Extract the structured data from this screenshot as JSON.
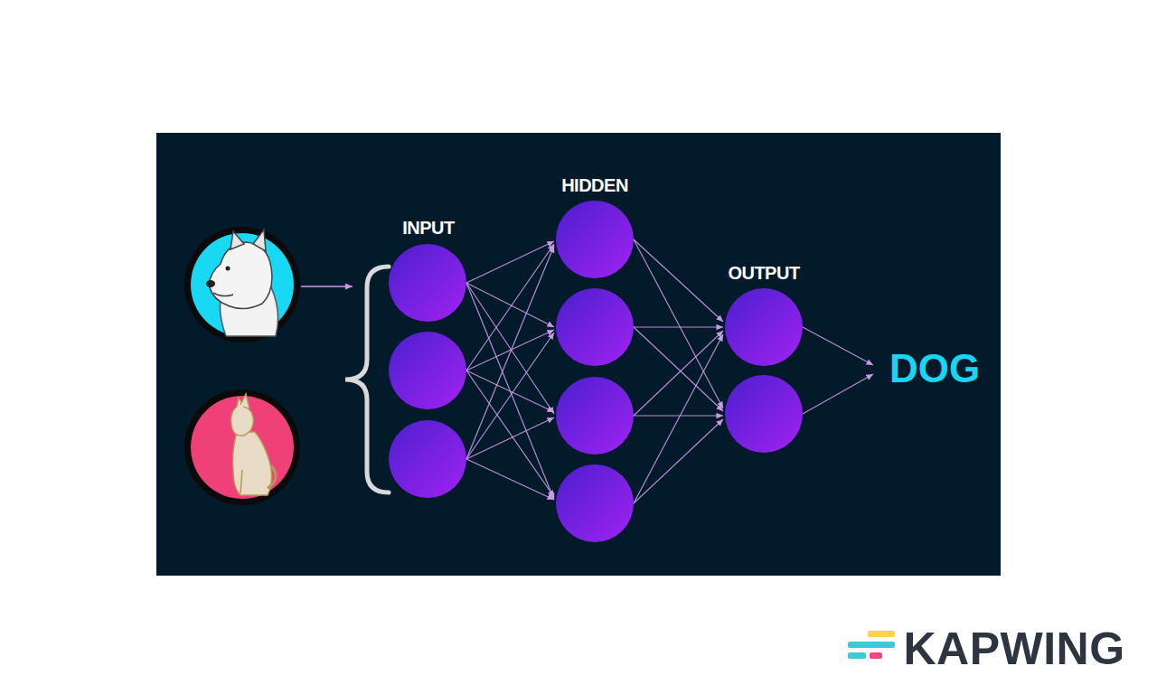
{
  "diagram": {
    "labels": [
      "INPUT",
      "HIDDEN",
      "OUTPUT",
      "DOG",
      "KAPWING"
    ]
  }
}
